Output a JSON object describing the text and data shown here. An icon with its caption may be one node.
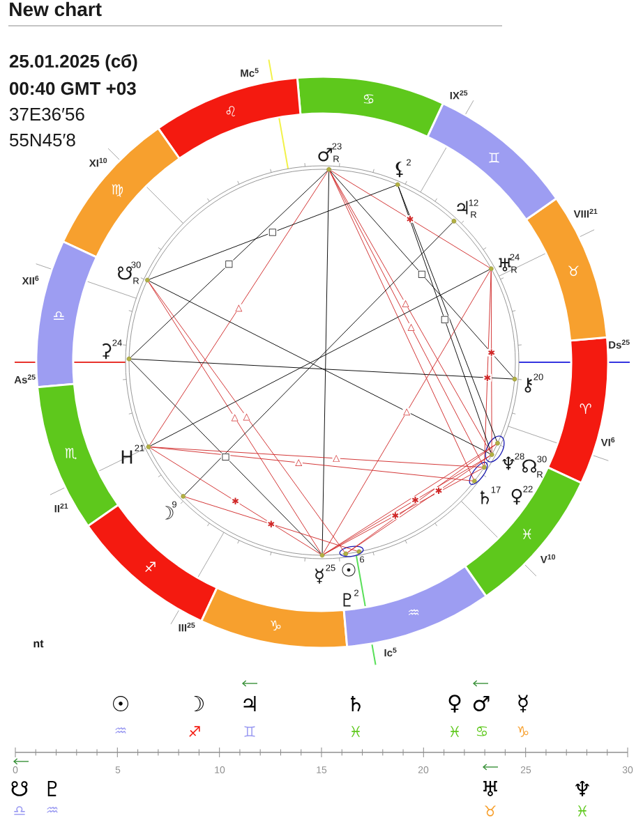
{
  "diagram": {
    "title": "New chart",
    "nodes": [
      {
        "text": [
          "♈"
        ]
      },
      {
        "text": [
          "♉"
        ]
      },
      {
        "text": [
          "♊"
        ]
      },
      {
        "text": [
          "♋"
        ]
      },
      {
        "text": [
          "♌"
        ]
      },
      {
        "text": [
          "♍"
        ]
      },
      {
        "text": [
          "♎"
        ]
      },
      {
        "text": [
          "♏"
        ]
      },
      {
        "text": [
          "♐"
        ]
      },
      {
        "text": [
          "♑"
        ]
      },
      {
        "text": [
          "♒"
        ]
      },
      {
        "text": [
          "♓"
        ]
      },
      {
        "text": [],
        "shape": "circle",
        "beside": [
          "♂",
          "23",
          "R"
        ]
      },
      {
        "text": [],
        "shape": "circle",
        "beside": [
          "⚸",
          "2"
        ]
      },
      {
        "text": [],
        "shape": "circle",
        "beside": [
          "♃",
          "12",
          "R"
        ]
      },
      {
        "text": [],
        "shape": "circle",
        "beside": [
          "♅",
          "24",
          "R"
        ]
      },
      {
        "text": [],
        "shape": "circle",
        "beside": [
          "⚷",
          "20"
        ]
      },
      {
        "text": [],
        "shape": "circle",
        "beside": [
          "♆",
          "28"
        ]
      },
      {
        "text": [],
        "shape": "circle",
        "beside": [
          "☊",
          "30",
          "R"
        ]
      },
      {
        "text": [],
        "shape": "circle",
        "beside": [
          "♄",
          "17"
        ]
      },
      {
        "text": [],
        "shape": "circle",
        "beside": [
          "♀",
          "22"
        ]
      },
      {
        "text": [],
        "shape": "circle",
        "beside": [
          "☉",
          "6"
        ]
      },
      {
        "text": [],
        "shape": "circle",
        "beside": [
          "♇",
          "2"
        ]
      },
      {
        "text": [],
        "shape": "circle",
        "beside": [
          "☿",
          "25"
        ]
      },
      {
        "text": [],
        "shape": "circle",
        "beside": [
          "☽",
          "9"
        ]
      },
      {
        "text": [],
        "shape": "circle",
        "beside": [
          "H",
          "21"
        ]
      },
      {
        "text": [],
        "shape": "circle",
        "beside": [
          "⚳",
          "24"
        ]
      },
      {
        "text": [],
        "shape": "circle",
        "beside": [
          "☋",
          "30",
          "R"
        ]
      }
    ],
    "edges": [
      {
        "from": 12,
        "to": 23,
        "arrow": "none",
        "color": "#000000"
      },
      {
        "from": 12,
        "to": 26,
        "arrow": "none",
        "label": "□",
        "color": "#000000"
      },
      {
        "from": 12,
        "to": 16,
        "arrow": "none",
        "label": "□",
        "color": "#000000"
      },
      {
        "from": 12,
        "to": 25,
        "arrow": "none",
        "label": "△"
      },
      {
        "from": 12,
        "to": 15,
        "arrow": "none",
        "label": "✱"
      },
      {
        "from": 12,
        "to": 17,
        "arrow": "none",
        "label": "△"
      },
      {
        "from": 12,
        "to": 20,
        "arrow": "none",
        "label": "△"
      },
      {
        "from": 12,
        "to": 19,
        "arrow": "none"
      },
      {
        "from": 27,
        "to": 13,
        "arrow": "none",
        "label": "□",
        "color": "#000000"
      },
      {
        "from": 27,
        "to": 17,
        "arrow": "none",
        "color": "#000000"
      },
      {
        "from": 27,
        "to": 23,
        "arrow": "none",
        "label": "△"
      },
      {
        "from": 27,
        "to": 22,
        "arrow": "none",
        "label": "△"
      },
      {
        "from": 26,
        "to": 16,
        "arrow": "none",
        "color": "#000000"
      },
      {
        "from": 26,
        "to": 23,
        "arrow": "none",
        "label": "□",
        "color": "#000000"
      },
      {
        "from": 24,
        "to": 14,
        "arrow": "none",
        "color": "#000000"
      },
      {
        "from": 25,
        "to": 15,
        "arrow": "none",
        "color": "#000000"
      },
      {
        "from": 25,
        "to": 20,
        "arrow": "none",
        "label": "△"
      },
      {
        "from": 25,
        "to": 19,
        "arrow": "none",
        "label": "△"
      },
      {
        "from": 25,
        "to": 23,
        "arrow": "none",
        "label": "✱"
      },
      {
        "from": 24,
        "to": 21,
        "arrow": "none",
        "label": "✱"
      },
      {
        "from": 23,
        "to": 15,
        "arrow": "none",
        "label": "△"
      },
      {
        "from": 15,
        "to": 17,
        "arrow": "none",
        "label": "✱"
      },
      {
        "from": 15,
        "to": 20,
        "arrow": "none",
        "label": "✱"
      },
      {
        "from": 13,
        "to": 17,
        "arrow": "none",
        "label": "□",
        "color": "#000000"
      },
      {
        "from": 13,
        "to": 18,
        "arrow": "none",
        "color": "#000000"
      },
      {
        "from": 23,
        "to": 20,
        "arrow": "none",
        "label": "✱"
      },
      {
        "from": 23,
        "to": 17,
        "arrow": "none",
        "label": "✱"
      },
      {
        "from": 23,
        "to": 18,
        "arrow": "none"
      },
      {
        "from": 22,
        "to": 17,
        "arrow": "none",
        "label": "✱"
      },
      {
        "from": 22,
        "to": 18,
        "arrow": "none"
      }
    ],
    "labels": [
      "25.01.2025 (сб)",
      "00:40 GMT +03",
      "37E36′56",
      "55N45′8",
      "Mc$^{5}$",
      "IX$^{25}$",
      "XI$^{10}$",
      "VIII$^{21}$",
      "XII$^{6}$",
      "Ds$^{25}$",
      "As$^{25}$",
      "VI$^{6}$",
      "II$^{21}$",
      "V$^{10}$",
      "III$^{25}$",
      "nt",
      "Ic$^{5}$",
      "☉",
      "☽",
      "♃",
      "♄",
      "♀",
      "♂",
      "☿",
      "♒",
      "♐",
      "♊",
      "♓",
      "♓",
      "♋",
      "♑",
      "0",
      "5",
      "10",
      "15",
      "20",
      "25",
      "30",
      "☋",
      "♇",
      "♅",
      "♆",
      "♎",
      "♒",
      "♉",
      "♓"
    ]
  }
}
